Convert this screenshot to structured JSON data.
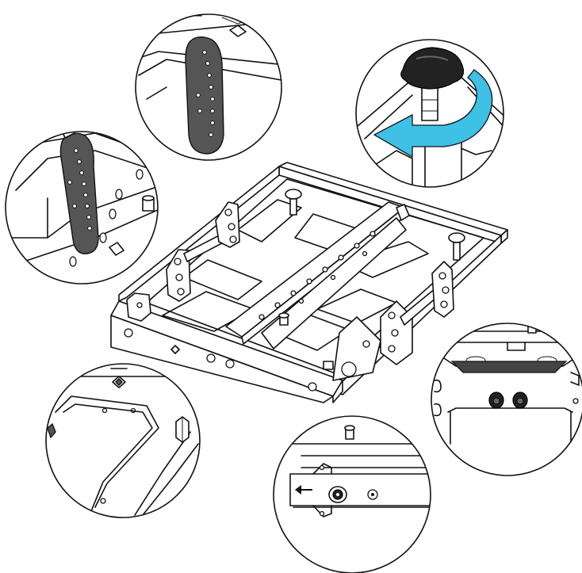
{
  "colors": {
    "line": "#111111",
    "link_bar": "#5a5a5a",
    "knob": "#2a2a2a",
    "rotation_arrow": "#3fc0e6",
    "background": "#ffffff"
  },
  "callouts": [
    {
      "name": "callout-link-bar-top"
    },
    {
      "name": "callout-link-bar-left"
    },
    {
      "name": "callout-knob-rotate"
    },
    {
      "name": "callout-front-bottom-left"
    },
    {
      "name": "callout-front-bottom-middle"
    },
    {
      "name": "callout-rear-right"
    }
  ],
  "icons": [
    "rotation-arrow-icon",
    "direction-arrow-icon",
    "knob-icon"
  ]
}
